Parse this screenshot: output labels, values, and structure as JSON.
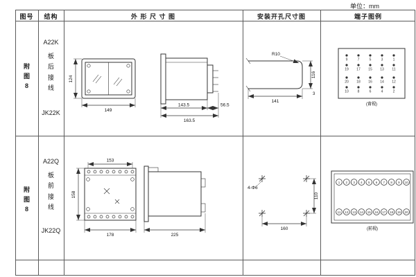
{
  "unit_label": "单位：mm",
  "headers": {
    "fig_no": "图号",
    "structure": "结构",
    "outline": "外 形 尺 寸 图",
    "mounting": "安装开孔尺寸图",
    "terminal": "端子图例"
  },
  "rows": [
    {
      "fig_no": "附图8",
      "model": "A22K",
      "wiring": "板后接线",
      "relay": "JK22K",
      "outline": {
        "height": "124",
        "width": "149",
        "depth1": "143.5",
        "depth2": "163.5",
        "depth3": "56.5"
      },
      "mounting": {
        "radius": "R10",
        "width": "141",
        "height": "116",
        "offset": "3"
      },
      "terminal": {
        "caption": "(背视)",
        "groups": [
          [
            "9",
            "7",
            "5",
            "3",
            "1"
          ],
          [
            "19",
            "17",
            "15",
            "13",
            "11"
          ],
          [
            "20",
            "18",
            "16",
            "14",
            "12"
          ],
          [
            "10",
            "8",
            "6",
            "4",
            "2"
          ]
        ]
      }
    },
    {
      "fig_no": "附图8",
      "model": "A22Q",
      "wiring": "板前接线",
      "relay": "JK22Q",
      "outline": {
        "top": "153",
        "left": "158",
        "bottom": "178",
        "side": "225"
      },
      "mounting": {
        "holes": "4-Φ6",
        "width": "160",
        "height": "110"
      },
      "terminal": {
        "caption": "(前视)",
        "top_row": [
          "1",
          "2",
          "3",
          "4",
          "5",
          "6",
          "7",
          "8",
          "9",
          "10"
        ],
        "bottom_row": [
          "11",
          "12",
          "13",
          "14",
          "15",
          "16",
          "17",
          "18",
          "19",
          "20"
        ]
      }
    }
  ]
}
